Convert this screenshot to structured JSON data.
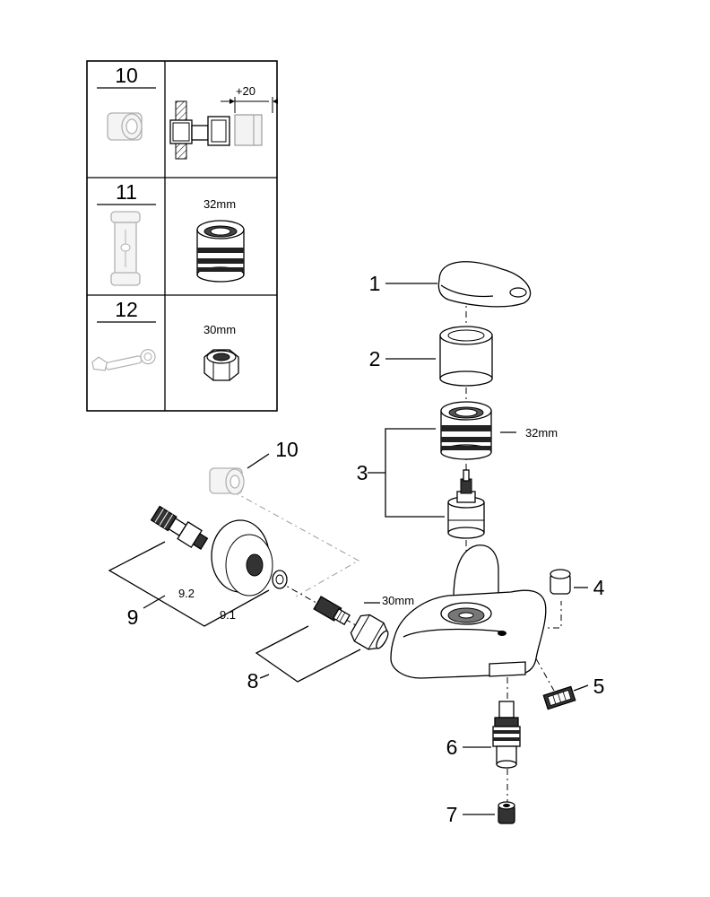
{
  "inset_table": {
    "rows": [
      {
        "number": "10",
        "detail_label": "+20"
      },
      {
        "number": "11",
        "detail_label": "32mm"
      },
      {
        "number": "12",
        "detail_label": "30mm"
      }
    ]
  },
  "callouts": {
    "c1": "1",
    "c2": "2",
    "c3": "3",
    "c3_size": "32mm",
    "c4": "4",
    "c5": "5",
    "c6": "6",
    "c7": "7",
    "c8": "8",
    "c8_size": "30mm",
    "c9": "9",
    "c9_1": "9.1",
    "c9_2": "9.2",
    "c10": "10"
  }
}
